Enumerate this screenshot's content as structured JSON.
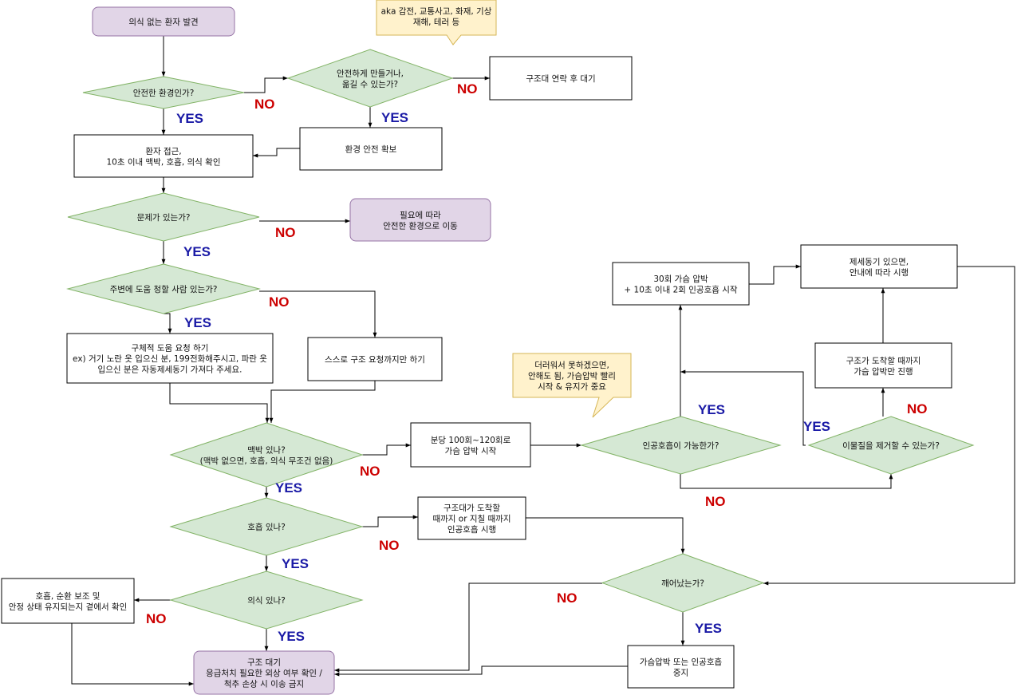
{
  "colors": {
    "process_fill": "#ffffff",
    "process_stroke": "#000000",
    "terminal_fill": "#e1d5e7",
    "terminal_stroke": "#9673a6",
    "decision_fill": "#d5e8d4",
    "decision_stroke": "#82b366",
    "note_fill": "#fff2cc",
    "note_stroke": "#d6b656",
    "yes_color": "#1a1aa6",
    "no_color": "#cc0000",
    "edge": "#000000"
  },
  "nodes": {
    "start": [
      "의식 없는 환자 발견"
    ],
    "safe_env": [
      "안전한 환경인가?"
    ],
    "make_safe": [
      "안전하게 만들거나,",
      "옮길 수 있는가?"
    ],
    "note_hazard": [
      "aka 감전, 교통사고, 화재, 기상",
      "재해, 테러 등"
    ],
    "wait_rescue": [
      "구조대 연락 후 대기"
    ],
    "secure_env": [
      "환경 안전 확보"
    ],
    "approach": [
      "환자 접근,",
      "10초 이내 맥박, 호흡, 의식 확인"
    ],
    "problem": [
      "문제가 있는가?"
    ],
    "move_safe": [
      "필요에 따라",
      "안전한 환경으로 이동"
    ],
    "helper": [
      "주변에 도움 청할 사람 있는가?"
    ],
    "request_help": [
      "구체적 도움 요청 하기",
      "ex) 거기 노란 옷 입으신 분, 199전화해주시고, 파란 옷",
      "입으신 분은 자동제세동기 가져다 주세요."
    ],
    "self_request": [
      "스스로 구조 요청까지만 하기"
    ],
    "pulse": [
      "맥박 있나?",
      "(맥박 없으면, 호흡, 의식 무조건 없음)"
    ],
    "cpr_start": [
      "분당 100회~120회로",
      "가슴 압박 시작"
    ],
    "note_rescue": [
      "더러워서 못하겠으면,",
      "안해도 됨, 가슴압박 빨리",
      "시작 & 유지가 중요"
    ],
    "breath_possible": [
      "인공호흡이 가능한가?"
    ],
    "cpr_30_2": [
      "30회 가슴 압박",
      "+ 10초 이내 2회 인공호흡 시작"
    ],
    "aed": [
      "제세동기 있으면,",
      "안내에 따라 시행"
    ],
    "compress_only": [
      "구조가 도착할 때까지",
      "가슴 압박만 진행"
    ],
    "remove_foreign": [
      "이물질을 제거할 수 있는가?"
    ],
    "breathing": [
      "호흡 있나?"
    ],
    "rescue_breath": [
      "구조대가 도착할",
      "때까지 or 지칠 때까지",
      "인공호흡 시행"
    ],
    "awake": [
      "깨어났는가?"
    ],
    "consciousness": [
      "의식 있나?"
    ],
    "support": [
      "호흡, 순환 보조 및",
      "안정 상태 유지되는지 곁에서 확인"
    ],
    "wait_final": [
      "구조 대기",
      "응급처치 필요한 외상 여부 확인 /",
      "척추 손상 시 이송 금지"
    ],
    "stop_cpr": [
      "가슴압박 또는 인공호흡",
      "중지"
    ]
  },
  "labels": {
    "yes": "YES",
    "no": "NO"
  }
}
